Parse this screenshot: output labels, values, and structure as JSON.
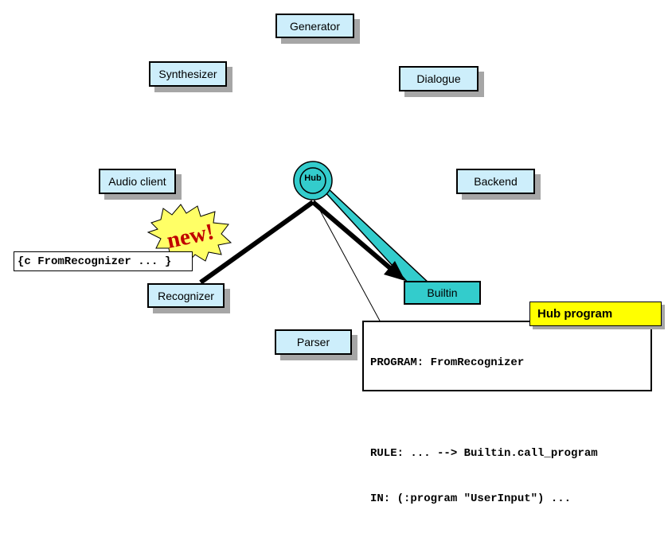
{
  "components": {
    "generator": "Generator",
    "synthesizer": "Synthesizer",
    "dialogue": "Dialogue",
    "audio_client": "Audio client",
    "backend": "Backend",
    "recognizer": "Recognizer",
    "parser": "Parser",
    "builtin": "Builtin"
  },
  "hub": {
    "label": "Hub"
  },
  "message": "{c FromRecognizer ... }",
  "new_burst": "new!",
  "hub_program": {
    "title": "Hub program",
    "lines": [
      "PROGRAM: FromRecognizer",
      "",
      "RULE: ... --> Builtin.call_program",
      "IN: (:program \"UserInput\") ..."
    ]
  },
  "colors": {
    "box_fill": "#cdeefb",
    "hub_fill": "#33cccc",
    "builtin_fill": "#33cccc",
    "hub_program_fill": "#ffff00",
    "burst_fill": "#ffff66",
    "burst_text": "#c00000"
  }
}
